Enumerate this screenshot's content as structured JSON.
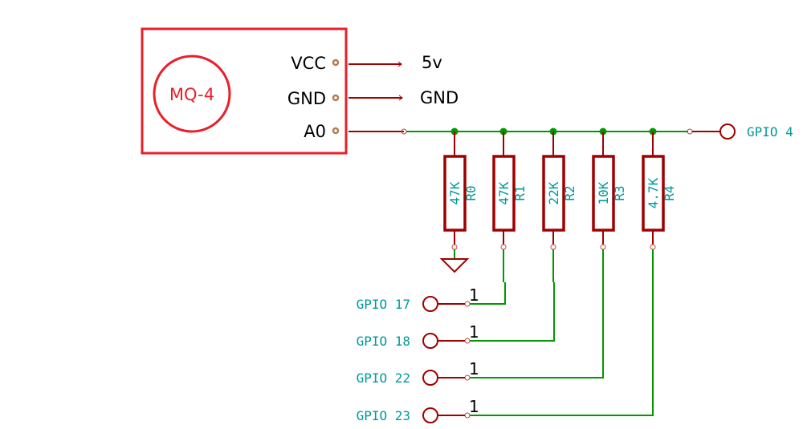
{
  "module": {
    "name": "MQ-4",
    "pins": [
      {
        "label": "VCC",
        "net": "5v"
      },
      {
        "label": "GND",
        "net": "GND"
      },
      {
        "label": "A0",
        "net": "GPIO 4"
      }
    ]
  },
  "resistors": [
    {
      "ref": "R0",
      "value": "47K",
      "to": "ground"
    },
    {
      "ref": "R1",
      "value": "47K",
      "to": "GPIO 17"
    },
    {
      "ref": "R2",
      "value": "22K",
      "to": "GPIO 18"
    },
    {
      "ref": "R3",
      "value": "10K",
      "to": "GPIO 22"
    },
    {
      "ref": "R4",
      "value": "4.7K",
      "to": "GPIO 23"
    }
  ],
  "gpio_connectors": [
    {
      "label": "GPIO 17",
      "pin_number": "1"
    },
    {
      "label": "GPIO 18",
      "pin_number": "1"
    },
    {
      "label": "GPIO 22",
      "pin_number": "1"
    },
    {
      "label": "GPIO 23",
      "pin_number": "1"
    }
  ],
  "output_connector": {
    "label": "GPIO 4"
  },
  "colors": {
    "module_outline": "#e8202a",
    "wire_red": "#a00000",
    "wire_green": "#009900",
    "label_teal": "#009999",
    "pin_dot": "#b87a50",
    "text_black": "#000000"
  }
}
